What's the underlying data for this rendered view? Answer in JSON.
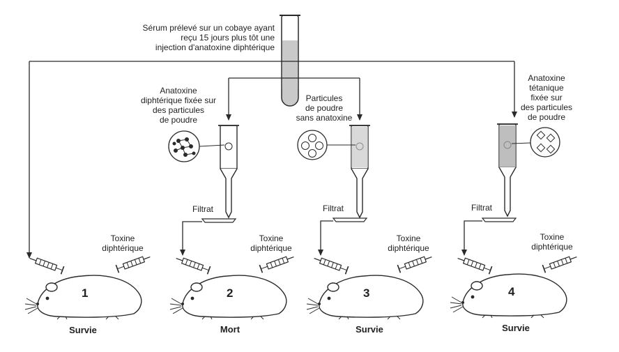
{
  "serum": {
    "lines": [
      "Sérum prélevé sur un cobaye ayant",
      "reçu 15 jours plus tôt une",
      "injection d'anatoxine diphtérique"
    ]
  },
  "columns": [
    {
      "filter_label": [],
      "filtrat": "",
      "toxin": [
        "Toxine",
        "diphtérique"
      ],
      "number": "1",
      "result": "Survie"
    },
    {
      "filter_label": [
        "Anatoxine",
        "diphtérique fixée sur",
        "des particules",
        "de poudre"
      ],
      "filtrat": "Filtrat",
      "toxin": [
        "Toxine",
        "diphtérique"
      ],
      "number": "2",
      "result": "Mort"
    },
    {
      "filter_label": [
        "Particules",
        "de poudre",
        "sans anatoxine"
      ],
      "filtrat": "Filtrat",
      "toxin": [
        "Toxine",
        "diphtérique"
      ],
      "number": "3",
      "result": "Survie"
    },
    {
      "filter_label": [
        "Anatoxine",
        "tétanique",
        "fixée sur",
        "des particules",
        "de poudre"
      ],
      "filtrat": "Filtrat",
      "toxin": [
        "Toxine",
        "diphtérique"
      ],
      "number": "4",
      "result": "Survie"
    }
  ]
}
